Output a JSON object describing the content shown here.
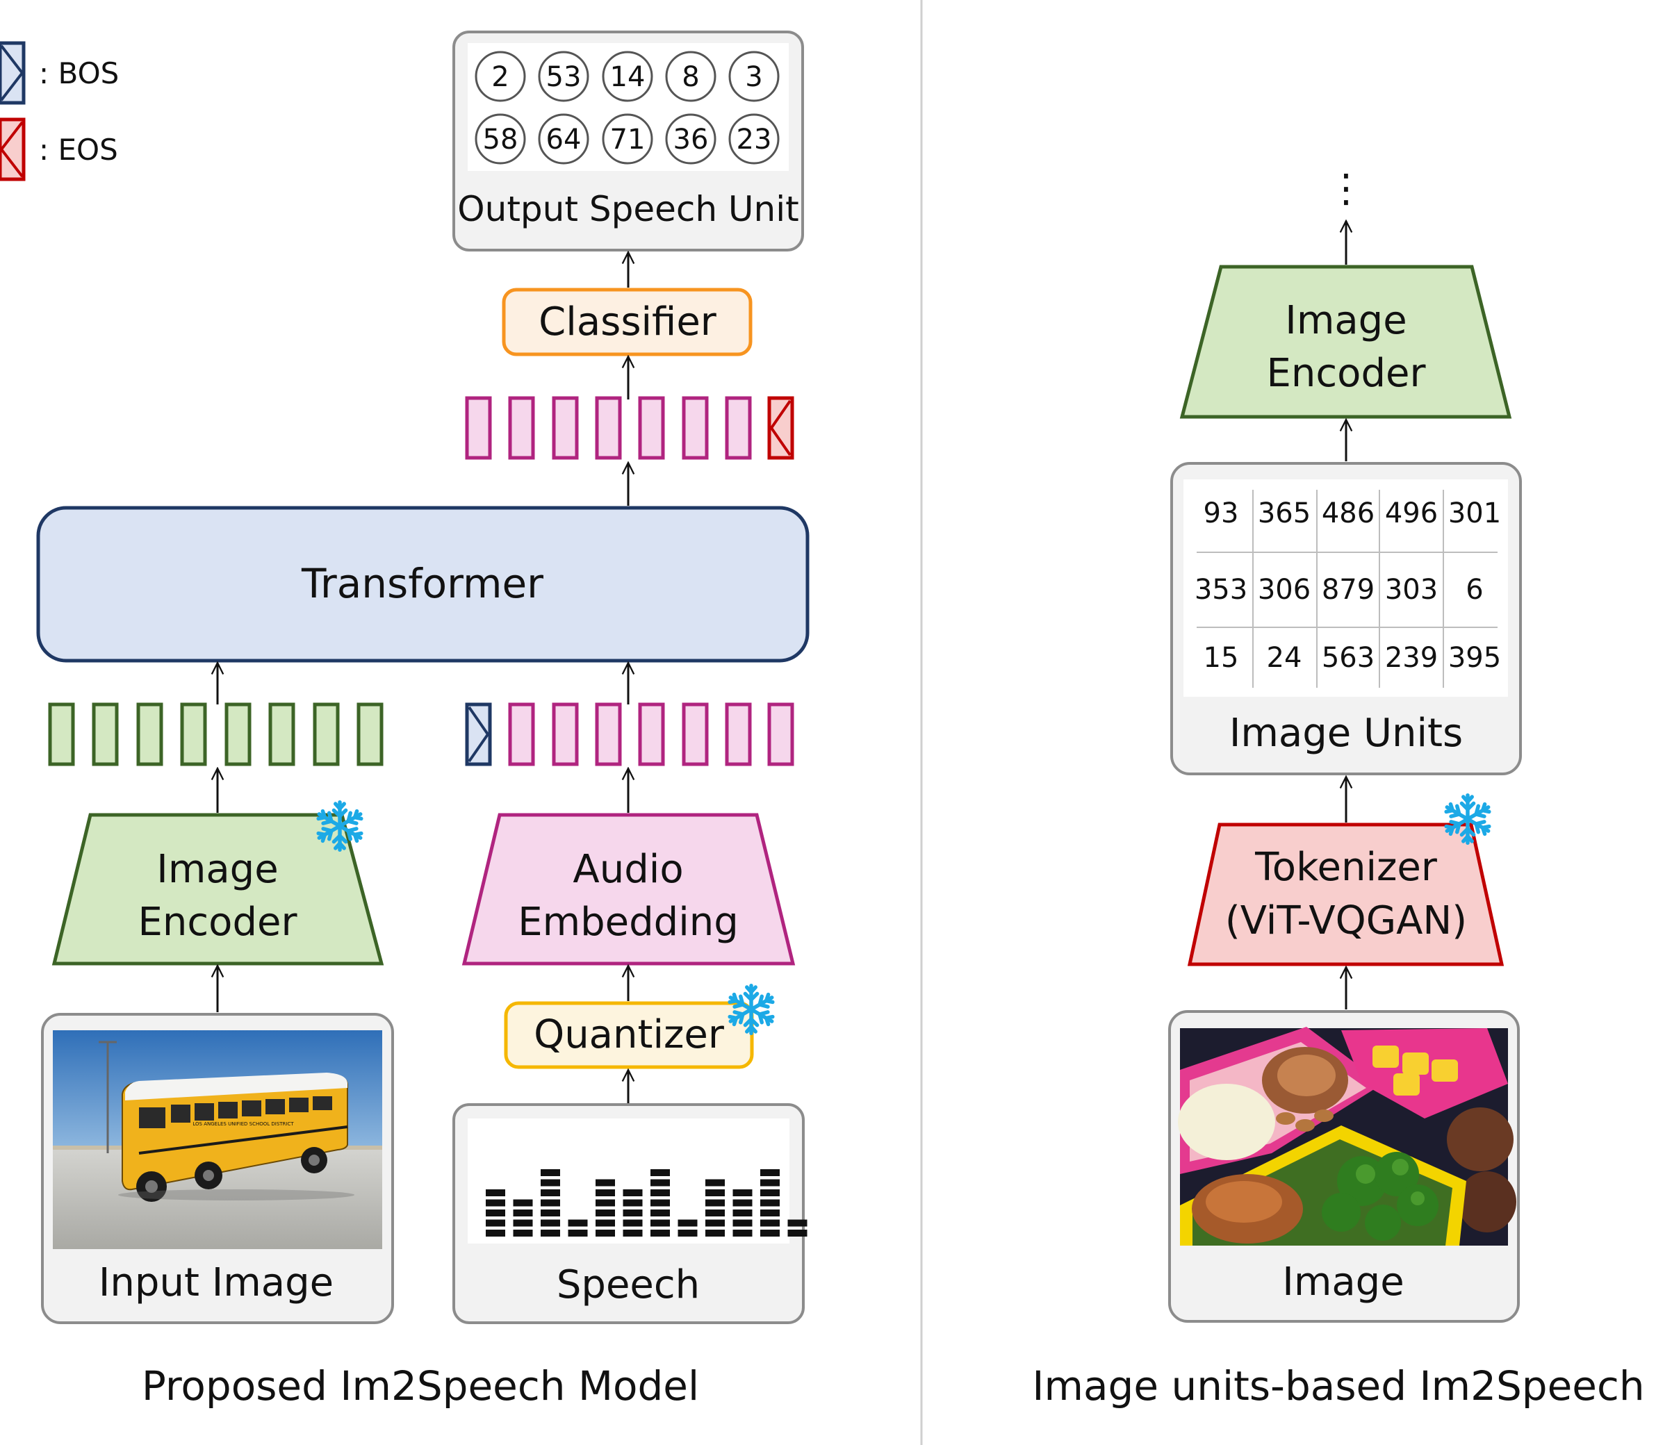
{
  "legend": {
    "bos_label": ": BOS",
    "eos_label": ": EOS"
  },
  "left_panel": {
    "caption": "Proposed Im2Speech Model",
    "output_box": {
      "label": "Output Speech Unit",
      "units_row1": [
        "2",
        "53",
        "14",
        "8",
        "3"
      ],
      "units_row2": [
        "58",
        "64",
        "71",
        "36",
        "23"
      ]
    },
    "classifier_label": "Classifier",
    "transformer_label": "Transformer",
    "image_encoder_label": [
      "Image",
      "Encoder"
    ],
    "audio_embedding_label": [
      "Audio",
      "Embedding"
    ],
    "quantizer_label": "Quantizer",
    "input_image_label": "Input Image",
    "speech_label": "Speech",
    "bus_sign_text": "LOS ANGELES UNIFIED SCHOOL DISTRICT"
  },
  "right_panel": {
    "caption": "Image units-based Im2Speech",
    "ellipsis": "⋮",
    "image_encoder_label": [
      "Image",
      "Encoder"
    ],
    "image_units_label": "Image Units",
    "image_units_grid": [
      [
        "93",
        "365",
        "486",
        "496",
        "301"
      ],
      [
        "353",
        "306",
        "879",
        "303",
        "6"
      ],
      [
        "15",
        "24",
        "563",
        "239",
        "395"
      ]
    ],
    "tokenizer_label": [
      "Tokenizer",
      "(ViT-VQGAN)"
    ],
    "image_label": "Image"
  },
  "icons": {
    "frozen": "snowflake-icon"
  },
  "colors": {
    "green_fill": "#d4e8c2",
    "green_stroke": "#3c6426",
    "pink_fill": "#f6d7ec",
    "pink_stroke": "#b0247f",
    "transformer_fill": "#dae3f3",
    "transformer_stroke": "#1f3864",
    "classifier_fill": "#fdf0e2",
    "classifier_stroke": "#f79420",
    "quantizer_fill": "#fdf4de",
    "quantizer_stroke": "#f5b700",
    "tokenizer_fill": "#f8cecd",
    "tokenizer_stroke": "#c00000",
    "bos_stroke": "#1f3864",
    "eos_stroke": "#c00000",
    "snowflake": "#1ca9e6"
  }
}
